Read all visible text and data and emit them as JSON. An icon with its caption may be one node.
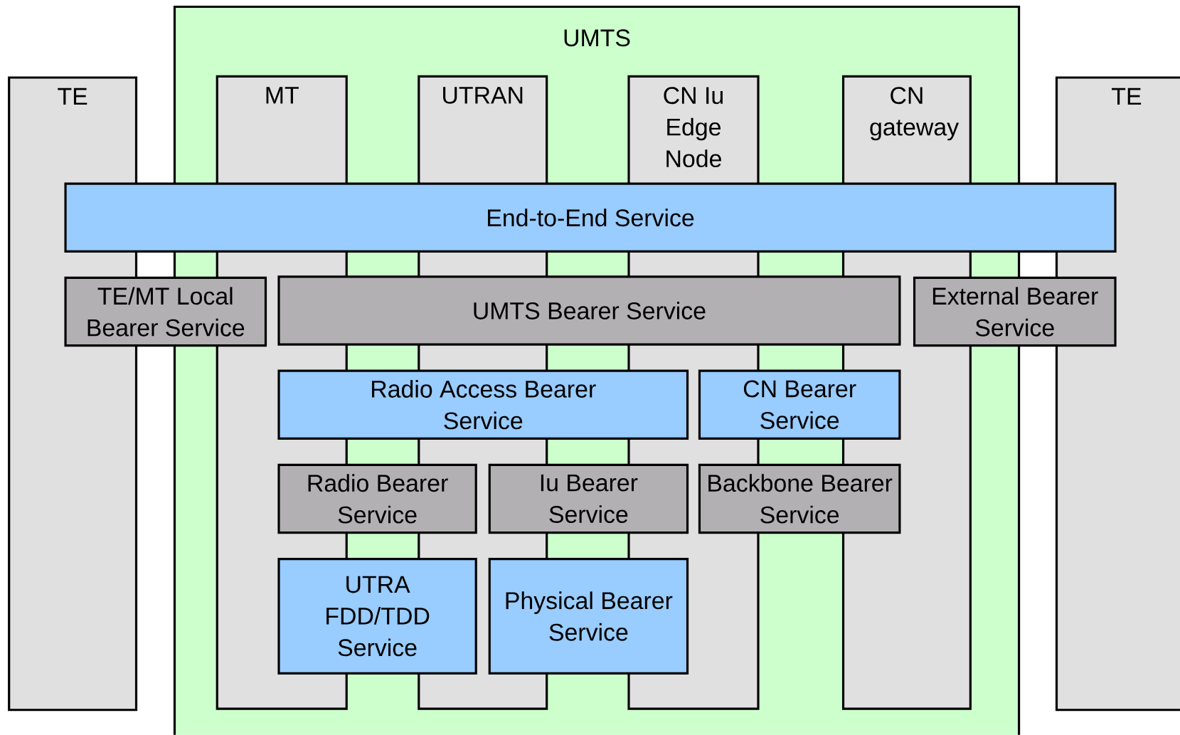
{
  "diagram": {
    "nodes": [
      {
        "text": [
          "UMTS"
        ]
      },
      {
        "text": [
          "TE"
        ]
      },
      {
        "text": [
          "MT"
        ],
        "in": 0
      },
      {
        "text": [
          "UTRAN"
        ],
        "in": 0
      },
      {
        "text": [
          "CN Iu Edge Node"
        ],
        "in": 0
      },
      {
        "text": [
          "CN gateway"
        ],
        "in": 0
      },
      {
        "text": [
          "TE"
        ]
      },
      {
        "text": [
          "End-to-End Service"
        ]
      },
      {
        "text": [
          "TE/MT Local Bearer Service"
        ]
      },
      {
        "text": [
          "UMTS Bearer Service"
        ],
        "in": 0
      },
      {
        "text": [
          "External Bearer Service"
        ]
      },
      {
        "text": [
          "Radio Access Bearer Service"
        ],
        "in": 0
      },
      {
        "text": [
          "CN Bearer Service"
        ],
        "in": 0
      },
      {
        "text": [
          "Radio Bearer Service"
        ],
        "in": 0
      },
      {
        "text": [
          "Iu Bearer Service"
        ],
        "in": 0
      },
      {
        "text": [
          "Backbone Bearer Service"
        ],
        "in": 0
      },
      {
        "text": [
          "UTRA FDD/TDD Service"
        ],
        "in": 0
      },
      {
        "text": [
          "Physical Bearer Service"
        ],
        "in": 0
      }
    ]
  }
}
